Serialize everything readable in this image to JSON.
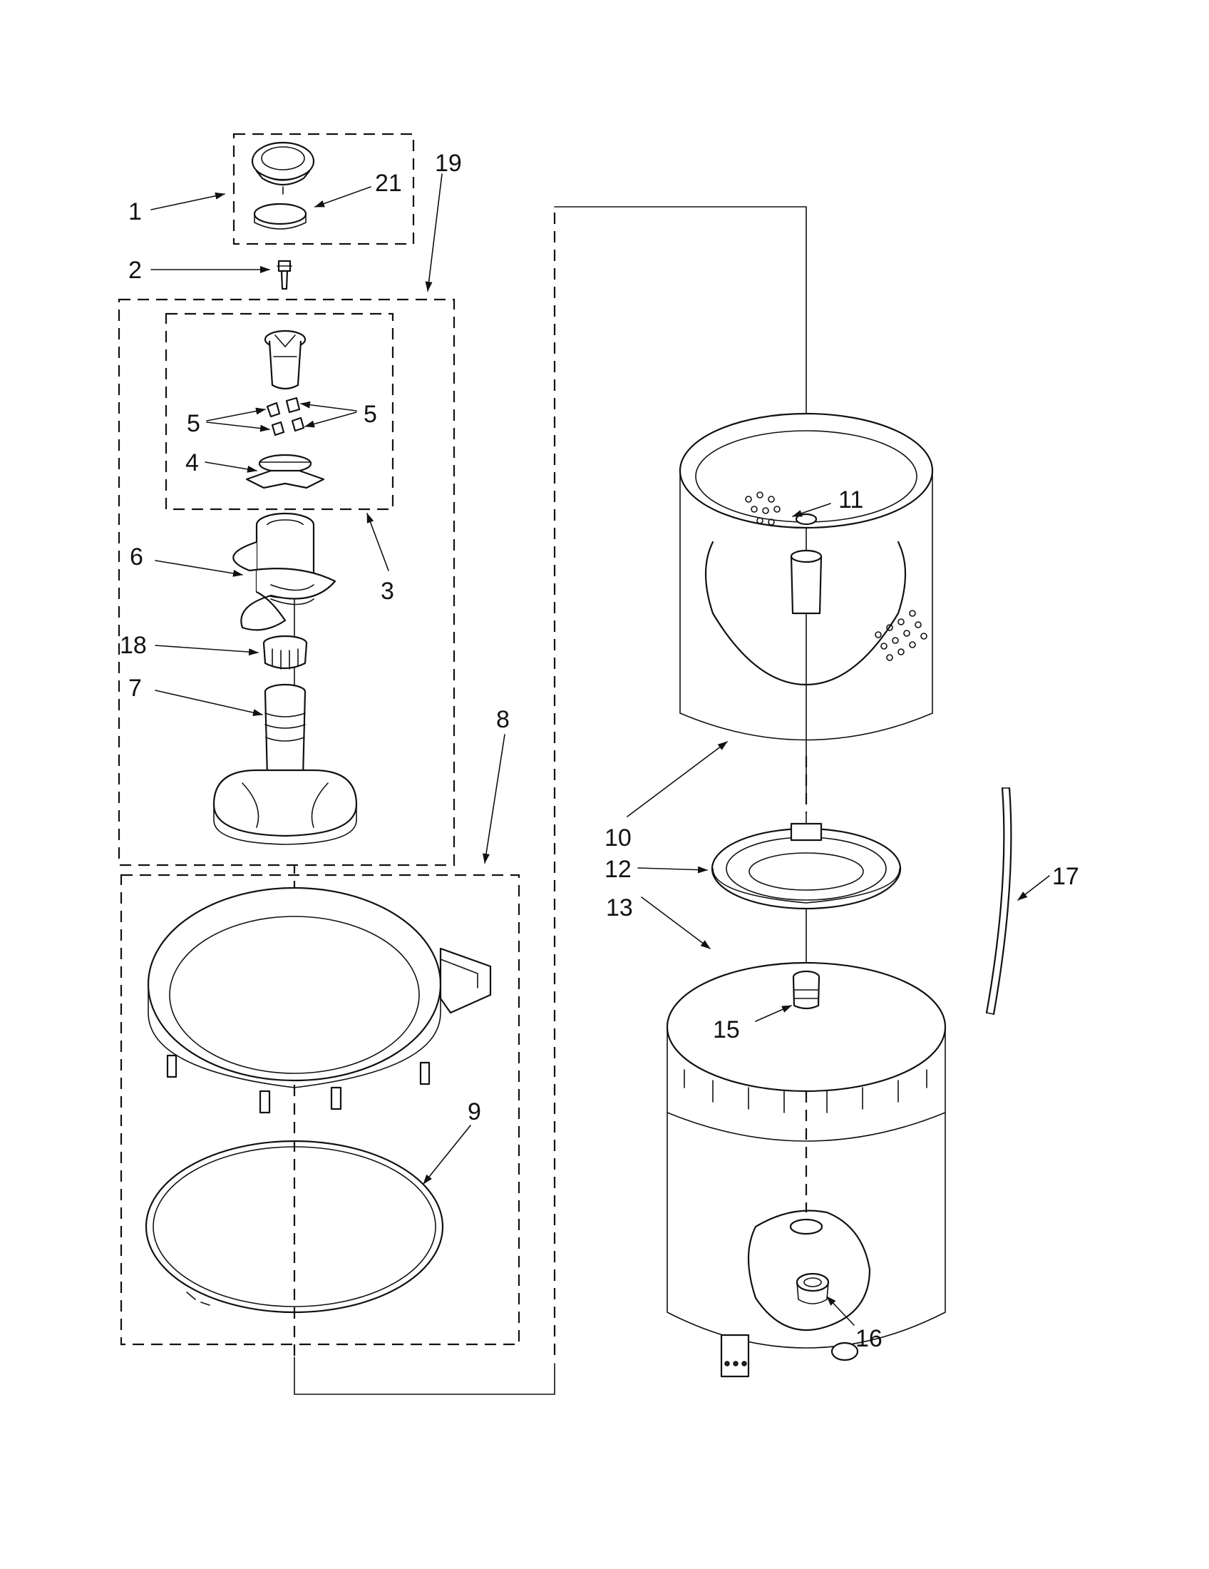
{
  "callouts": [
    {
      "id": "1",
      "text": "1"
    },
    {
      "id": "2",
      "text": "2"
    },
    {
      "id": "3",
      "text": "3"
    },
    {
      "id": "4",
      "text": "4"
    },
    {
      "id": "5a",
      "text": "5"
    },
    {
      "id": "5b",
      "text": "5"
    },
    {
      "id": "6",
      "text": "6"
    },
    {
      "id": "7",
      "text": "7"
    },
    {
      "id": "8",
      "text": "8"
    },
    {
      "id": "9",
      "text": "9"
    },
    {
      "id": "10",
      "text": "10"
    },
    {
      "id": "11",
      "text": "11"
    },
    {
      "id": "12",
      "text": "12"
    },
    {
      "id": "13",
      "text": "13"
    },
    {
      "id": "15",
      "text": "15"
    },
    {
      "id": "16",
      "text": "16"
    },
    {
      "id": "17",
      "text": "17"
    },
    {
      "id": "18",
      "text": "18"
    },
    {
      "id": "19",
      "text": "19"
    },
    {
      "id": "21",
      "text": "21"
    }
  ]
}
